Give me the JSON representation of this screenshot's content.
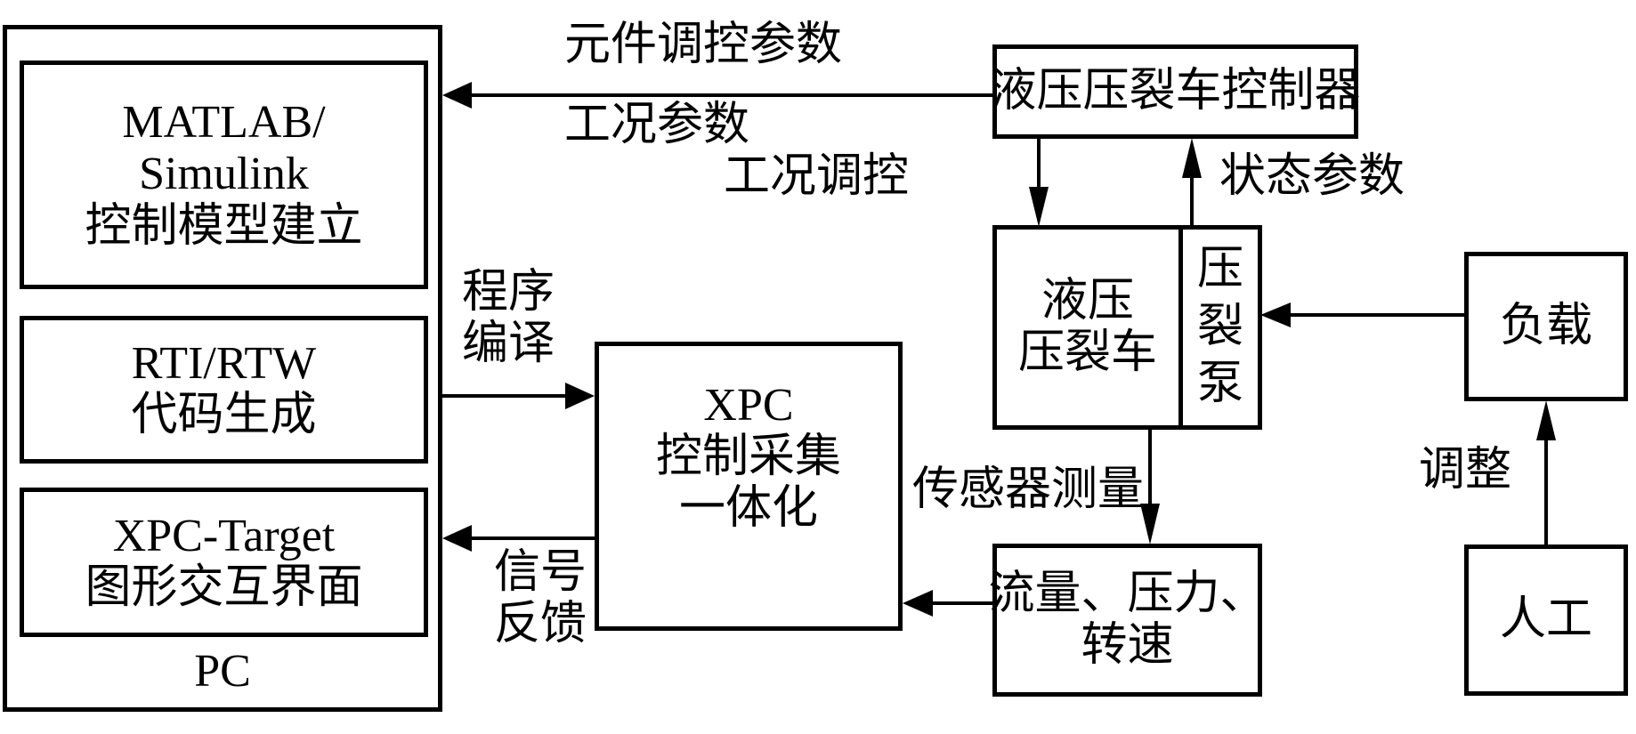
{
  "diagram": {
    "pc": {
      "label": "PC",
      "blocks": [
        {
          "lines": [
            "MATLAB/",
            "Simulink",
            "控制模型建立"
          ]
        },
        {
          "lines": [
            "RTI/RTW",
            "代码生成"
          ]
        },
        {
          "lines": [
            "XPC-Target",
            "图形交互界面"
          ]
        }
      ]
    },
    "xpc": {
      "lines": [
        "XPC",
        "控制采集",
        "一体化"
      ]
    },
    "controller": {
      "label": "液压压裂车控制器"
    },
    "truck": {
      "lines": [
        "液压",
        "压裂车"
      ]
    },
    "pump": {
      "lines": [
        "压",
        "裂",
        "泵"
      ]
    },
    "load": {
      "label": "负载"
    },
    "human": {
      "label": "人工"
    },
    "sensors": {
      "lines": [
        "流量、压力、",
        "转速"
      ]
    },
    "edge_labels": {
      "component_params": "元件调控参数",
      "condition_params": "工况参数",
      "condition_control": "工况调控",
      "state_params": "状态参数",
      "compile": [
        "程序",
        "编译"
      ],
      "feedback": [
        "信号",
        "反馈"
      ],
      "sensor_measure": "传感器测量",
      "adjust": "调整"
    }
  }
}
